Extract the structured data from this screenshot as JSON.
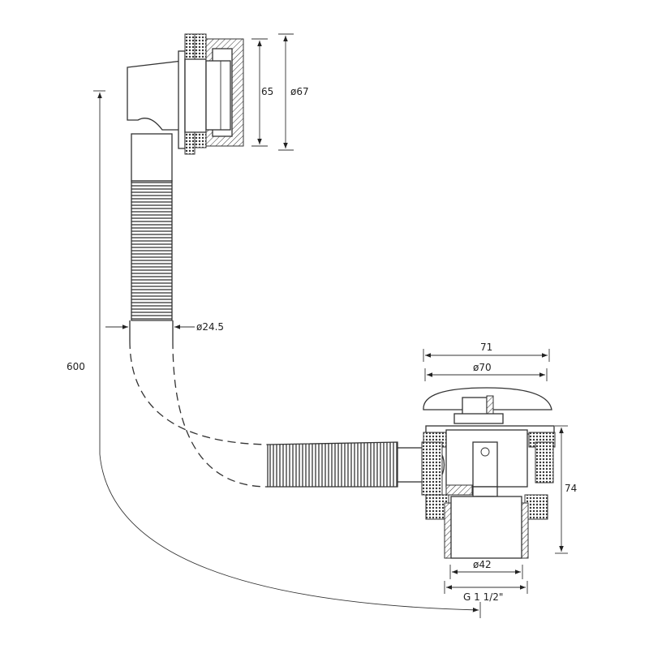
{
  "diagram": {
    "overflow_height": "65",
    "overflow_diameter": "ø67",
    "total_length": "600",
    "hose_diameter": "ø24.5",
    "cap_width": "71",
    "cap_diameter": "ø70",
    "waste_height": "74",
    "outlet_diameter": "ø42",
    "thread": "G 1 1/2\""
  }
}
